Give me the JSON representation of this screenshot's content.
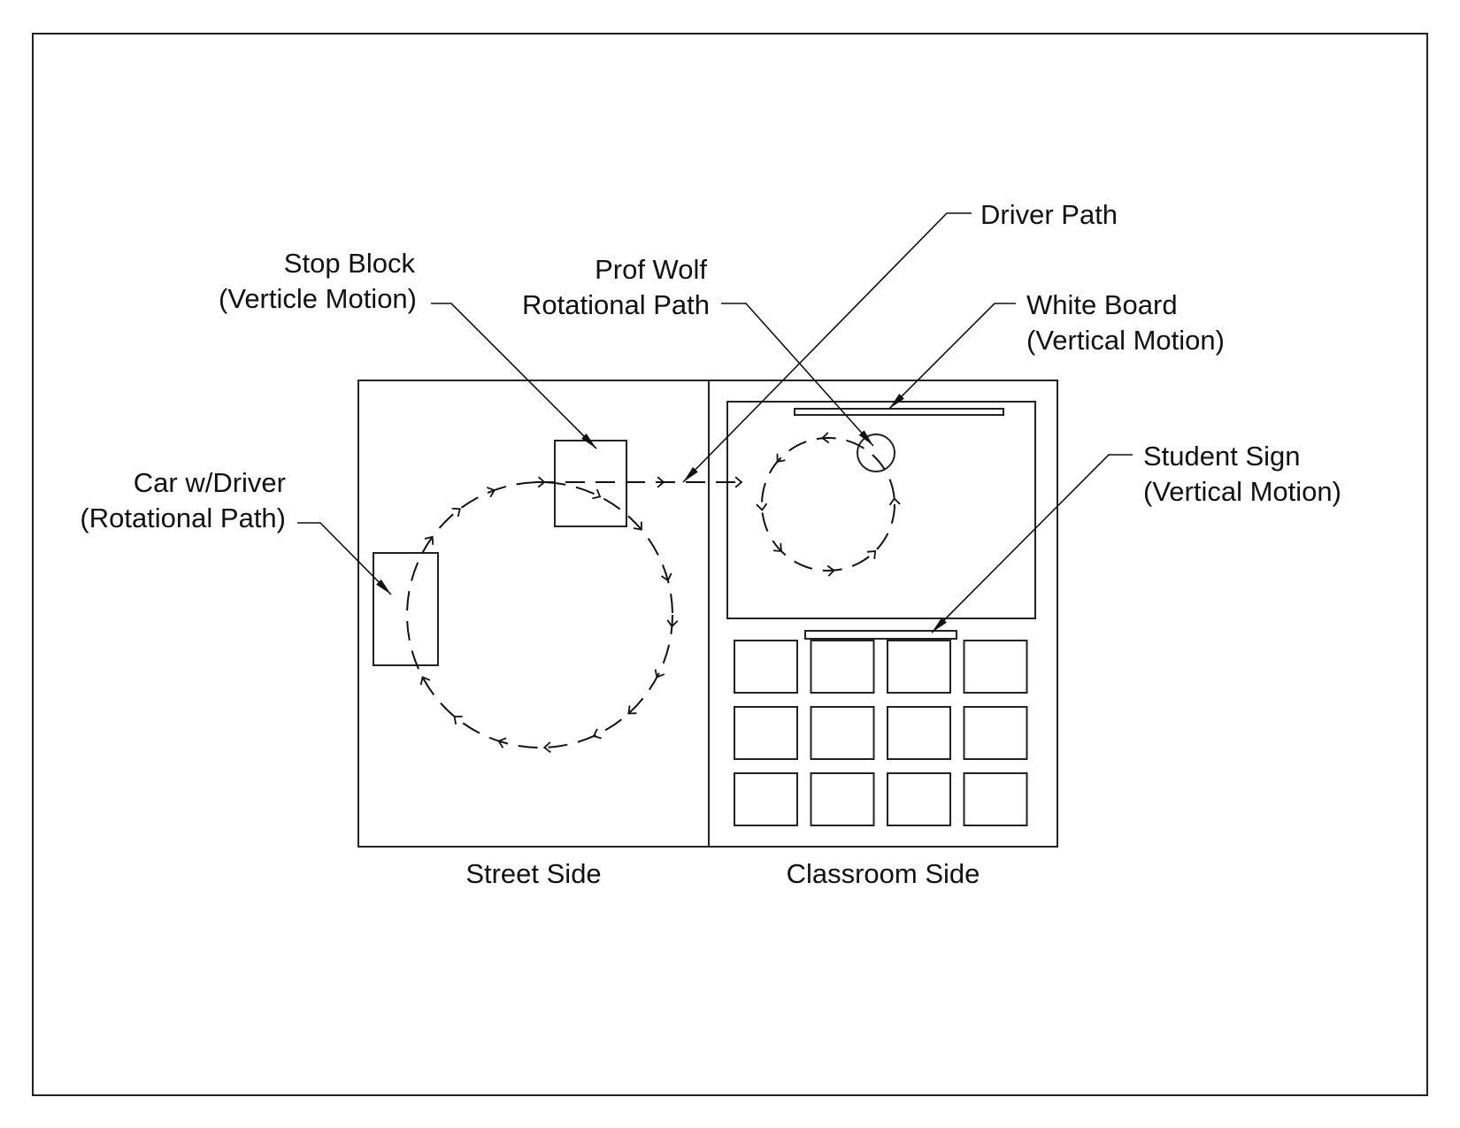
{
  "diagram": {
    "title": "",
    "regions": [
      {
        "id": "street",
        "label": "Street Side"
      },
      {
        "id": "classroom",
        "label": "Classroom Side"
      }
    ],
    "callouts": [
      {
        "id": "car",
        "lines": [
          "Car w/Driver",
          "(Rotational Path)"
        ]
      },
      {
        "id": "stop_block",
        "lines": [
          "Stop Block",
          "(Verticle Motion)"
        ]
      },
      {
        "id": "prof_wolf",
        "lines": [
          "Prof Wolf",
          "Rotational Path"
        ]
      },
      {
        "id": "driver_path",
        "lines": [
          "Driver Path"
        ]
      },
      {
        "id": "white_board",
        "lines": [
          "White Board",
          "(Vertical Motion)"
        ]
      },
      {
        "id": "student_sign",
        "lines": [
          "Student Sign",
          "(Vertical Motion)"
        ]
      }
    ],
    "student_desks": {
      "rows": 3,
      "cols": 4
    },
    "colors": {
      "line": "#222222",
      "hatch": "#8ab4f0"
    }
  }
}
